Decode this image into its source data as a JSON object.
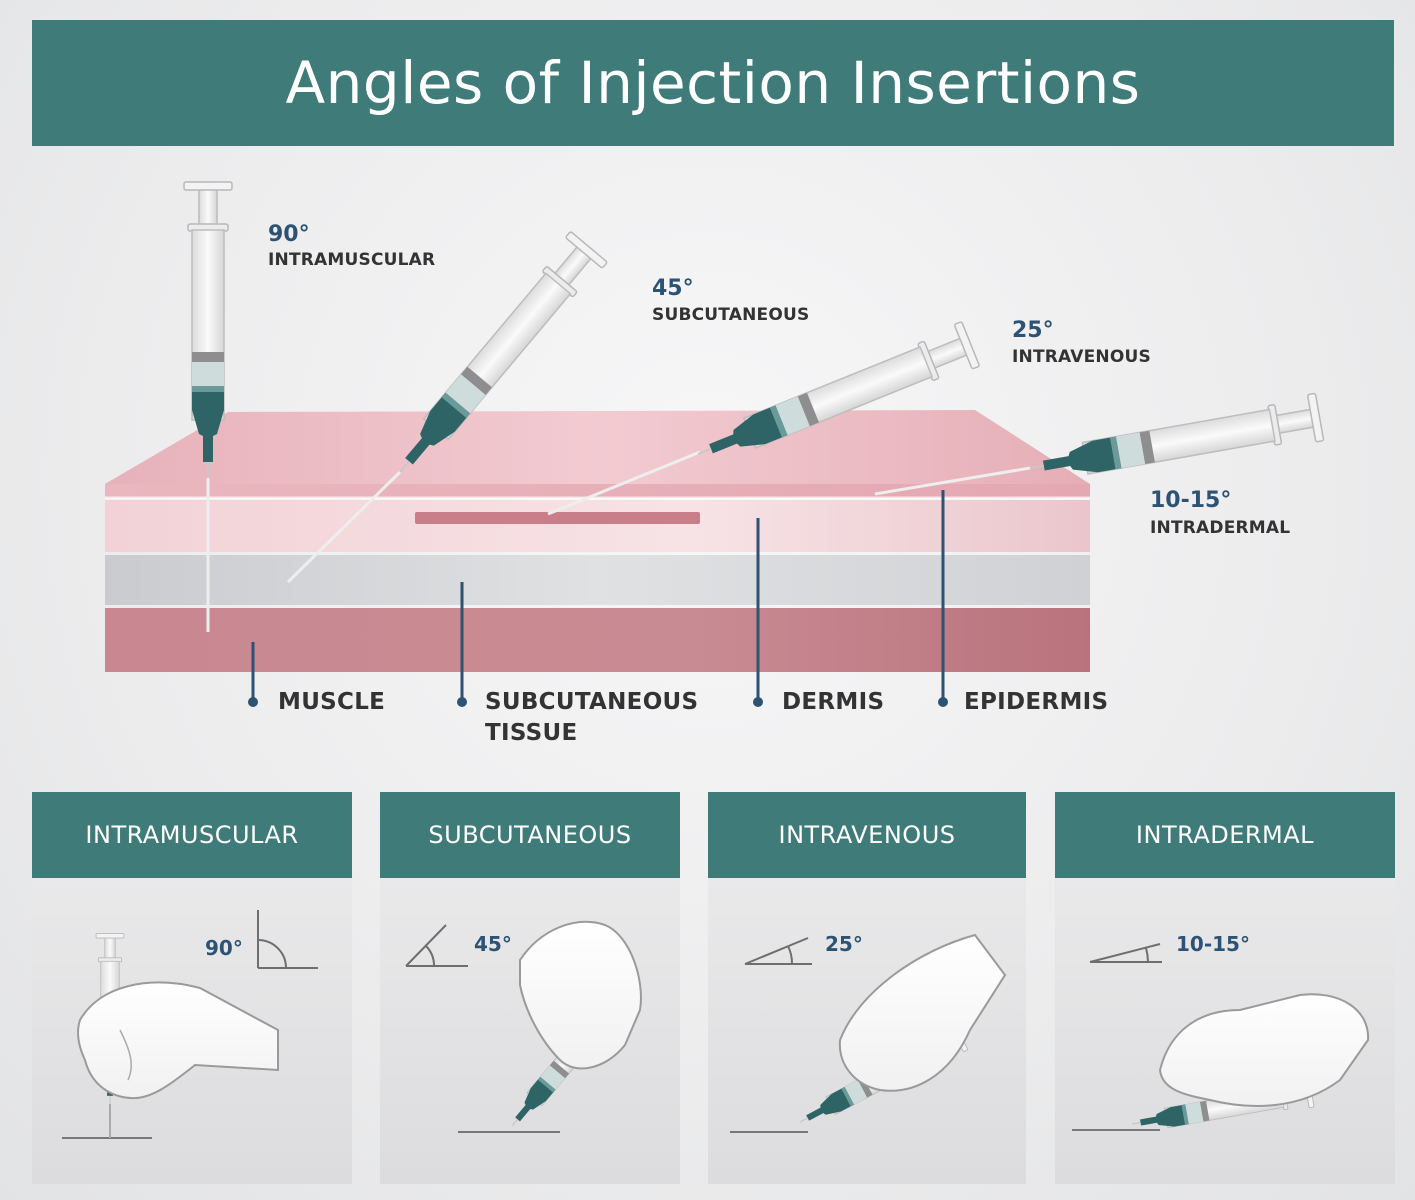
{
  "title": "Angles of Injection Insertions",
  "injections": [
    {
      "angle": "90°",
      "type": "INTRAMUSCULAR"
    },
    {
      "angle": "45°",
      "type": "SUBCUTANEOUS"
    },
    {
      "angle": "25°",
      "type": "INTRAVENOUS"
    },
    {
      "angle": "10-15°",
      "type": "INTRADERMAL"
    }
  ],
  "layers": {
    "muscle": "MUSCLE",
    "subcutaneous_line1": "SUBCUTANEOUS",
    "subcutaneous_line2": "TISSUE",
    "dermis": "DERMIS",
    "epidermis": "EPIDERMIS"
  },
  "cards": [
    {
      "heading": "INTRAMUSCULAR",
      "angle": "90°"
    },
    {
      "heading": "SUBCUTANEOUS",
      "angle": "45°"
    },
    {
      "heading": "INTRAVENOUS",
      "angle": "25°"
    },
    {
      "heading": "INTRADERMAL",
      "angle": "10-15°"
    }
  ],
  "colors": {
    "teal": "#3f7c79",
    "needle_hub": "#2f6466",
    "label_blue": "#2c5274",
    "epidermis": "#eab8c0",
    "dermis": "#f3d6da",
    "subcutaneous": "#d4d6d9",
    "muscle": "#c27f87"
  }
}
